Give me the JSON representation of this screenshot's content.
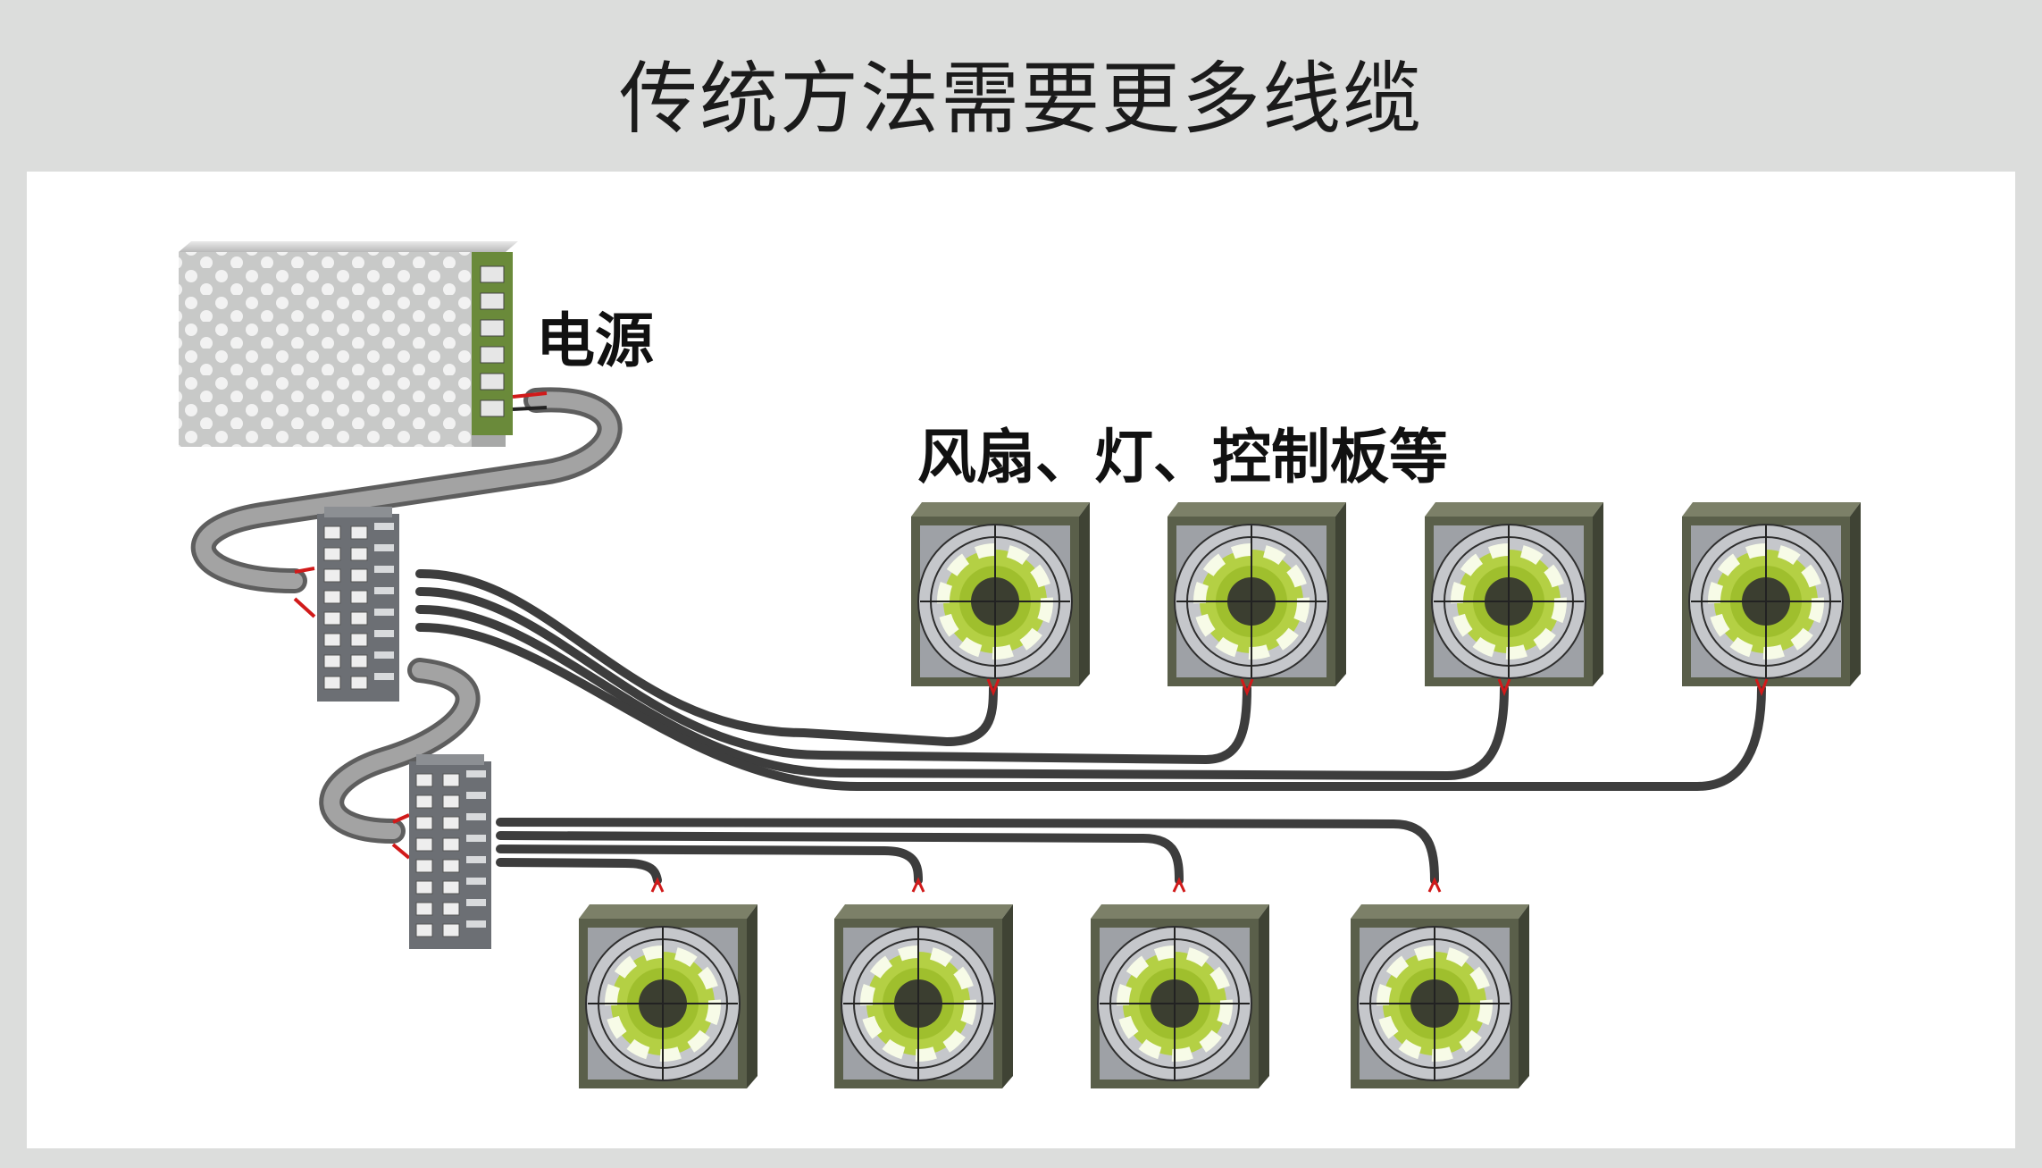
{
  "title": "传统方法需要更多线缆",
  "labels": {
    "power_supply": "电源",
    "devices": "风扇、灯、控制板等"
  },
  "colors": {
    "background": "#dcdddc",
    "panel": "#ffffff",
    "cable": "#3d3d3d",
    "trunk_cable": "#8e8e8e",
    "wire_red": "#d11a1a",
    "fan_frame": "#5a5f4a",
    "fan_green": "#c9dd6b"
  },
  "icons": {
    "power_supply": "power-supply-icon",
    "terminal_block": "terminal-block-icon",
    "fan": "fan-icon"
  }
}
